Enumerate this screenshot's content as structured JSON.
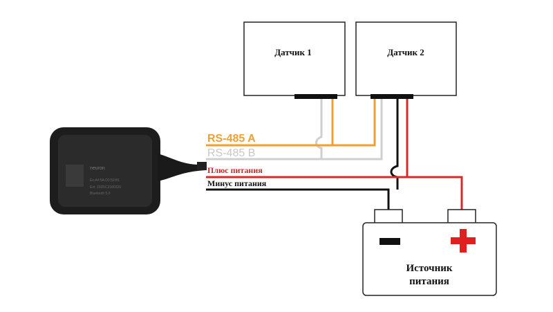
{
  "sensors": {
    "sensor1": "Датчик 1",
    "sensor2": "Датчик 2"
  },
  "wires": {
    "rs485a": "RS-485 A",
    "rs485b": "RS-485 B",
    "plus": "Плюс питания",
    "minus": "Минус питания"
  },
  "battery": {
    "line1": "Источник",
    "line2": "питания"
  },
  "device": {
    "brand": "neuron",
    "line1": "Ex:A4:5A:D0:50:B1",
    "line2": "Ext: 23D5C2180320",
    "line3": "Bluetooth 5.0"
  },
  "colors": {
    "rs485a": "#f0a030",
    "rs485b": "#cfcfcf",
    "plus": "#d42a2a",
    "minus": "#111111",
    "battery_plus": "#e02020"
  }
}
